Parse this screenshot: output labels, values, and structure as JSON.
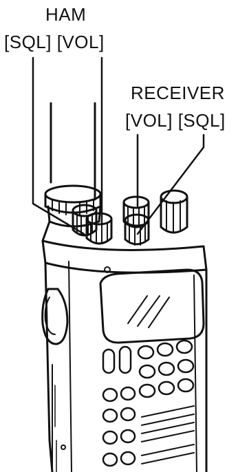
{
  "labels": {
    "ham_title": "HAM",
    "ham_controls": "[SQL] [VOL]",
    "receiver_title": "RECEIVER",
    "receiver_controls": "[VOL] [SQL]"
  }
}
